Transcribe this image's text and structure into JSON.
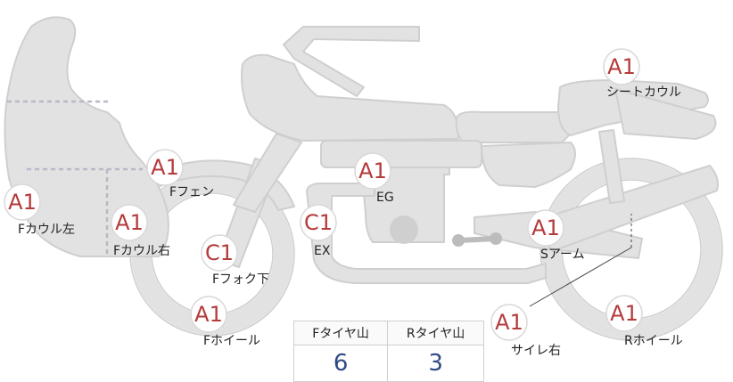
{
  "colors": {
    "body": "#e2e2e2",
    "outline": "#cfcfcf",
    "grade_text": "#b53a3a",
    "value_text": "#2f4a86"
  },
  "parts": [
    {
      "key": "front_cowl_left",
      "grade": "A1",
      "label": "Fカウル左"
    },
    {
      "key": "front_cowl_right",
      "grade": "A1",
      "label": "Fカウル右"
    },
    {
      "key": "front_fender",
      "grade": "A1",
      "label": "Fフェン"
    },
    {
      "key": "front_fork_lower",
      "grade": "C1",
      "label": "Fフォク下"
    },
    {
      "key": "front_wheel",
      "grade": "A1",
      "label": "Fホイール"
    },
    {
      "key": "engine",
      "grade": "A1",
      "label": "EG"
    },
    {
      "key": "exhaust",
      "grade": "C1",
      "label": "EX"
    },
    {
      "key": "seat_cowl",
      "grade": "A1",
      "label": "シートカウル"
    },
    {
      "key": "swing_arm",
      "grade": "A1",
      "label": "Sアーム"
    },
    {
      "key": "muffler_right",
      "grade": "A1",
      "label": "サイレ右"
    },
    {
      "key": "rear_wheel",
      "grade": "A1",
      "label": "Rホイール"
    }
  ],
  "tread": {
    "front_label": "Fタイヤ山",
    "rear_label": "Rタイヤ山",
    "front_value": "6",
    "rear_value": "3"
  }
}
